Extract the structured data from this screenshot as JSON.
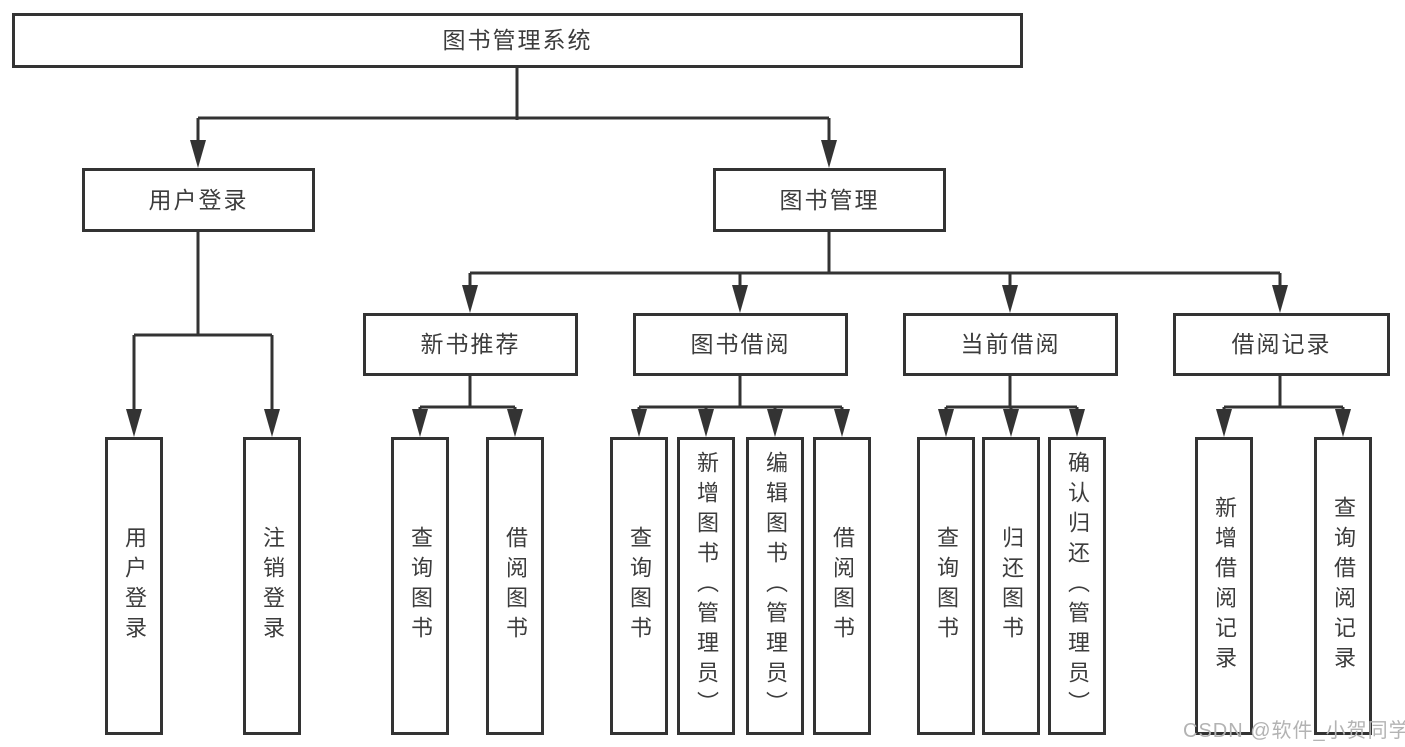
{
  "colors": {
    "line": "#333333",
    "node_border": "#333333",
    "node_text": "#3c3c3c",
    "background": "#ffffff",
    "watermark_text_color": "#b3b3b3"
  },
  "tree": {
    "root": {
      "label": "图书管理系统"
    },
    "children": [
      {
        "label": "用户登录",
        "children": [
          {
            "label": "用户登录"
          },
          {
            "label": "注销登录"
          }
        ]
      },
      {
        "label": "图书管理",
        "children": [
          {
            "label": "新书推荐",
            "children": [
              {
                "label": "查询图书"
              },
              {
                "label": "借阅图书"
              }
            ]
          },
          {
            "label": "图书借阅",
            "children": [
              {
                "label": "查询图书"
              },
              {
                "label": "新增图书（管理员）"
              },
              {
                "label": "编辑图书（管理员）"
              },
              {
                "label": "借阅图书"
              }
            ]
          },
          {
            "label": "当前借阅",
            "children": [
              {
                "label": "查询图书"
              },
              {
                "label": "归还图书"
              },
              {
                "label": "确认归还（管理员）"
              }
            ]
          },
          {
            "label": "借阅记录",
            "children": [
              {
                "label": "新增借阅记录"
              },
              {
                "label": "查询借阅记录"
              }
            ]
          }
        ]
      }
    ]
  },
  "watermark": {
    "text": "CSDN @软件_小贺同学"
  }
}
